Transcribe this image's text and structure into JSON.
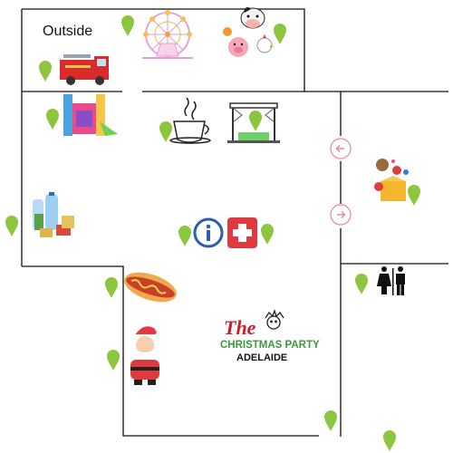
{
  "map": {
    "area_label": "Outside",
    "logo": {
      "line1": "The",
      "line2": "CHRISTMAS PARTY",
      "line3": "ADELAIDE"
    },
    "icons": [
      "ferris-wheel-icon",
      "farm-animals-icon",
      "fire-truck-icon",
      "bouncy-castle-icon",
      "coffee-cup-icon",
      "stage-icon",
      "toys-icon",
      "food-drinks-icon",
      "information-icon",
      "first-aid-icon",
      "hot-dog-icon",
      "santa-icon",
      "restroom-icon",
      "arrow-left-icon",
      "arrow-right-icon",
      "map-pin-icon"
    ],
    "colors": {
      "pin": "#8cc63f",
      "info": "#2b5fad",
      "first_aid": "#e0393e",
      "arrow": "#e88a9a",
      "wall": "#111111"
    }
  }
}
